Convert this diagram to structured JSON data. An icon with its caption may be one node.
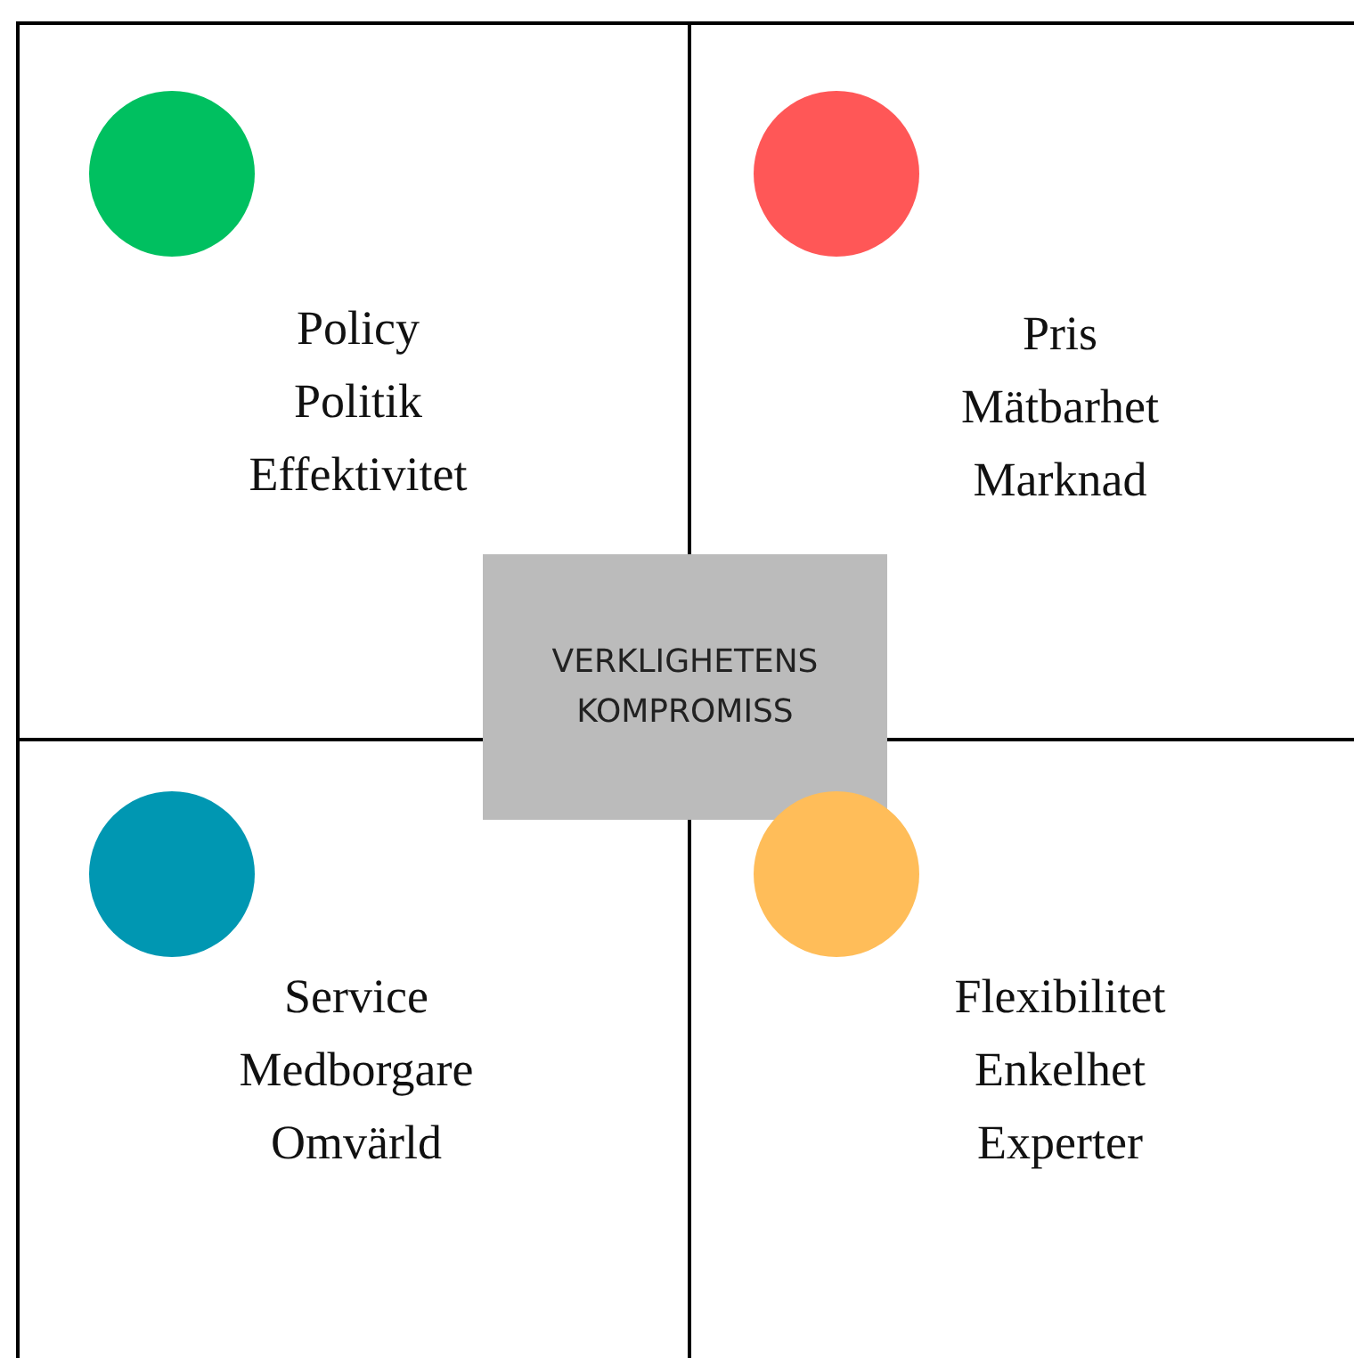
{
  "diagram": {
    "nodes": [
      {
        "text": [
          "Policy",
          "Politik",
          "Effektivitet"
        ]
      },
      {
        "text": [],
        "shape": "circle",
        "in": 0
      },
      {
        "text": [
          "Pris",
          "Mätbarhet",
          "Marknad"
        ]
      },
      {
        "text": [],
        "shape": "circle",
        "in": 2
      },
      {
        "text": [
          "VERKLIGHETENS KOMPROMISS"
        ]
      },
      {
        "text": [
          "Service",
          "Medborgare",
          "Omvärld"
        ]
      },
      {
        "text": [],
        "shape": "circle",
        "in": 5
      },
      {
        "text": [
          "Flexibilitet",
          "Enkelhet",
          "Experter"
        ]
      },
      {
        "text": [],
        "shape": "circle",
        "in": 7
      }
    ]
  }
}
